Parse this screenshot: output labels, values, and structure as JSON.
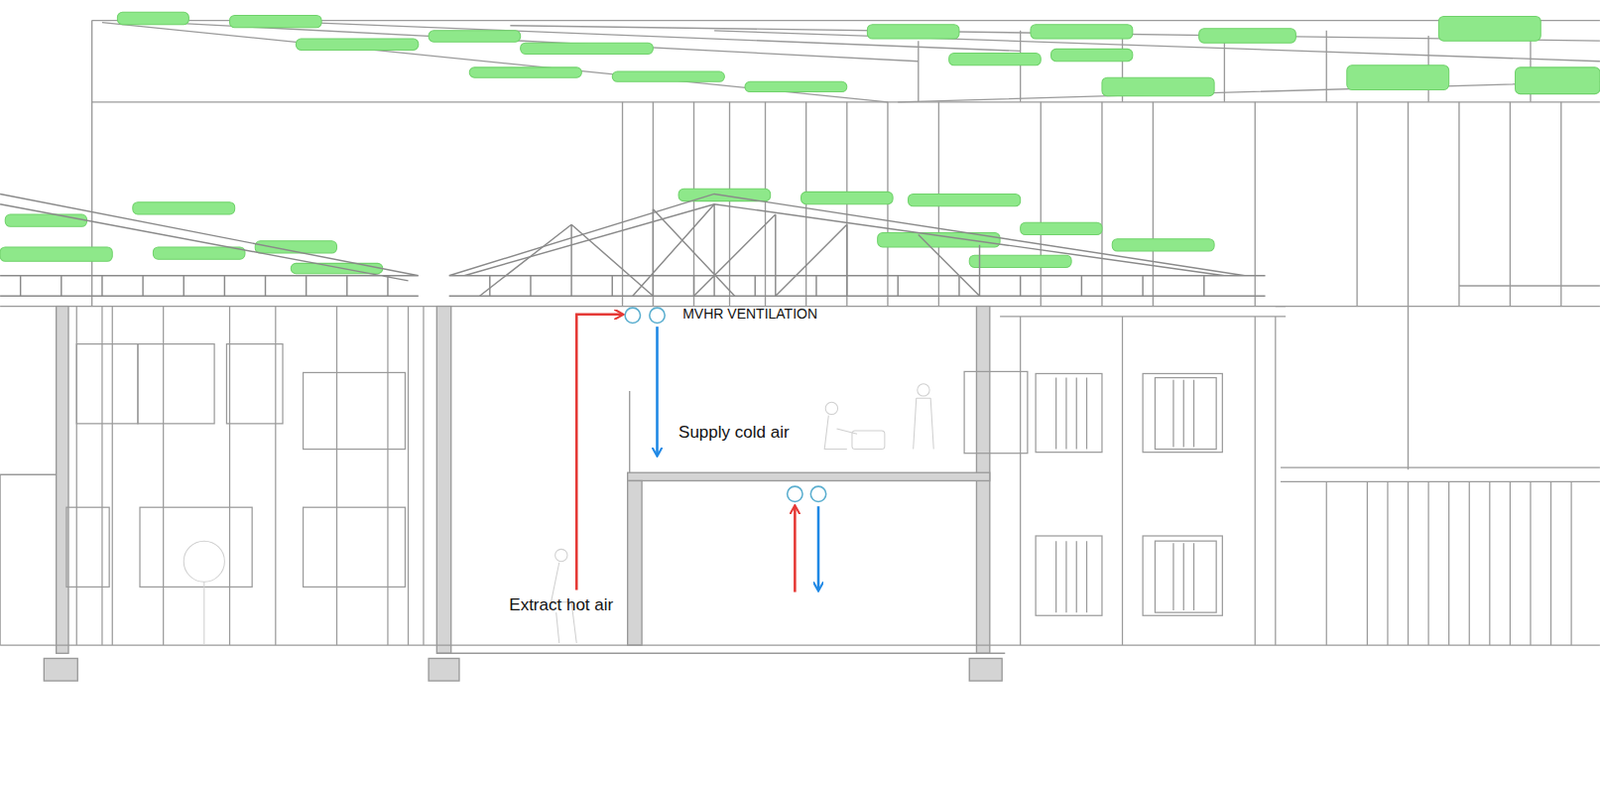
{
  "diagram": {
    "labels": [
      "MVHR VENTILATION",
      "Supply cold air",
      "Extract hot air"
    ]
  }
}
